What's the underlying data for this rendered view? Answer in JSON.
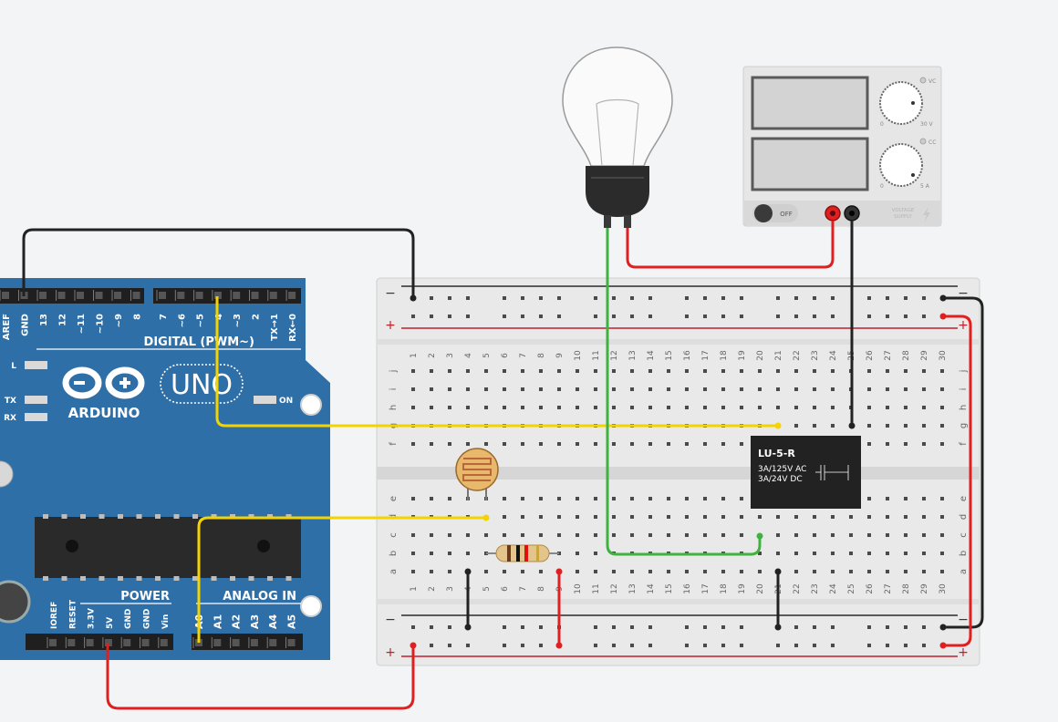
{
  "arduino": {
    "brand": "ARDUINO",
    "model": "UNO",
    "digital_header_label": "DIGITAL (PWM~)",
    "power_header_label": "POWER",
    "analog_header_label": "ANALOG IN",
    "led_l": "L",
    "led_tx": "TX",
    "led_rx": "RX",
    "led_on": "ON",
    "digital_pins_left": [
      "AREF",
      "GND",
      "13",
      "12",
      "~11",
      "~10",
      "~9",
      "8"
    ],
    "digital_pins_right": [
      "7",
      "~6",
      "~5",
      "4",
      "~3",
      "2",
      "TX→1",
      "RX←0"
    ],
    "power_pins": [
      "IOREF",
      "RESET",
      "3.3V",
      "5V",
      "GND",
      "GND",
      "Vin"
    ],
    "analog_pins": [
      "A0",
      "A1",
      "A2",
      "A3",
      "A4",
      "A5"
    ]
  },
  "breadboard": {
    "row_letters_top": [
      "j",
      "i",
      "h",
      "g",
      "f"
    ],
    "row_letters_bottom": [
      "e",
      "d",
      "c",
      "b",
      "a"
    ],
    "columns": [
      "1",
      "2",
      "3",
      "4",
      "5",
      "6",
      "7",
      "8",
      "9",
      "10",
      "11",
      "12",
      "13",
      "14",
      "15",
      "16",
      "17",
      "18",
      "19",
      "20",
      "21",
      "22",
      "23",
      "24",
      "25",
      "26",
      "27",
      "28",
      "29",
      "30"
    ],
    "rail_minus": "−",
    "rail_plus": "+"
  },
  "relay": {
    "name": "LU-5-R",
    "rating_ac": "3A/125V AC",
    "rating_dc": "3A/24V  DC"
  },
  "power_supply": {
    "off_label": "OFF",
    "vc_label": "VC",
    "cc_label": "CC",
    "knob_volt_min": "0",
    "knob_volt_max": "30 V",
    "knob_amp_min": "0",
    "knob_amp_max": "5 A",
    "brand_line1": "VOLTAGE",
    "brand_line2": "SUPPLY"
  },
  "colors": {
    "arduino_blue": "#2f6fa7",
    "wire_red": "#e02020",
    "wire_black": "#222222",
    "wire_yellow": "#f4d400",
    "wire_green": "#3fb33f",
    "breadboard": "#e8e8e8",
    "background": "#f3f4f6"
  }
}
